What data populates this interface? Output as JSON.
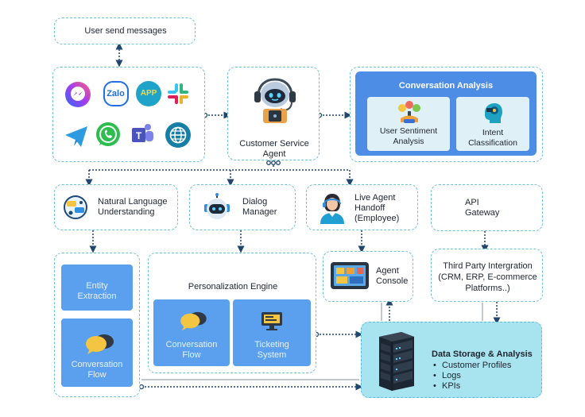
{
  "top_box": {
    "label": "User send messages"
  },
  "channels": {
    "icons": [
      "messenger-icon",
      "zalo-icon",
      "app-icon",
      "slack-icon",
      "telegram-icon",
      "whatsapp-icon",
      "teams-icon",
      "web-icon"
    ],
    "zalo_text": "Zalo",
    "app_text": "APP"
  },
  "agent": {
    "label_line1": "Customer Service",
    "label_line2": "Agent"
  },
  "analysis": {
    "title": "Conversation Analysis",
    "sentiment_line1": "User Sentiment",
    "sentiment_line2": "Analysis",
    "intent_line1": "Intent",
    "intent_line2": "Classification"
  },
  "nlu": {
    "line1": "Natural Language",
    "line2": "Understanding"
  },
  "dialog": {
    "line1": "Dialog",
    "line2": "Manager"
  },
  "handoff": {
    "line1": "Live Agent",
    "line2": "Handoff",
    "line3": "(Employee)"
  },
  "api": {
    "line1": "API",
    "line2": "Gateway"
  },
  "left_col": {
    "entity_line1": "Entity",
    "entity_line2": "Extraction",
    "conv_line1": "Conversation",
    "conv_line2": "Flow"
  },
  "personalization": {
    "title": "Personalization Engine",
    "conv_line1": "Conversation",
    "conv_line2": "Flow",
    "ticket_line1": "Ticketing",
    "ticket_line2": "System"
  },
  "console": {
    "line1": "Agent",
    "line2": "Console"
  },
  "third_party": {
    "line1": "Third Party Intergration",
    "line2": "(CRM, ERP, E-commerce",
    "line3": "Platforms..)"
  },
  "storage": {
    "title": "Data Storage & Analysis",
    "items": [
      "Customer Profiles",
      "Logs",
      "KPIs"
    ]
  },
  "colors": {
    "dashed_border": "#6cc3d6",
    "panel_blue": "#4d8de6",
    "card_light": "#dff1f6",
    "storage_bg": "#a8e4ef",
    "connector": "#22466e"
  }
}
